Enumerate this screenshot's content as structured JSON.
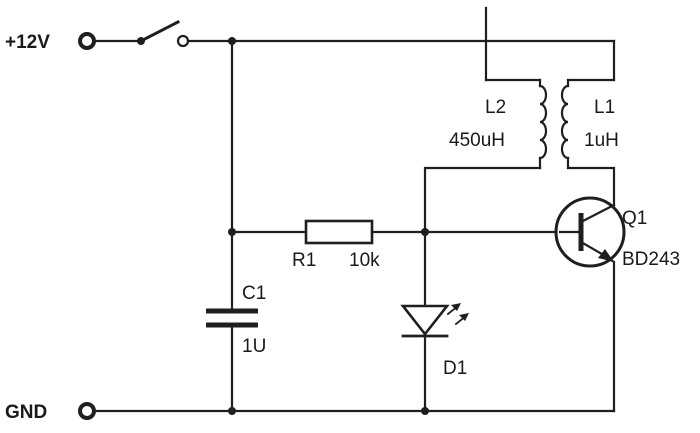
{
  "terminals": {
    "supply_label": "+12V",
    "ground_label": "GND"
  },
  "components": {
    "l2": {
      "name": "L2",
      "value": "450uH"
    },
    "l1": {
      "name": "L1",
      "value": "1uH"
    },
    "q1": {
      "name": "Q1",
      "value": "BD243"
    },
    "r1": {
      "name": "R1",
      "value": "10k"
    },
    "c1": {
      "name": "C1",
      "value": "1U"
    },
    "d1": {
      "name": "D1"
    }
  },
  "colors": {
    "ink": "#1f1f1f",
    "background": "#ffffff"
  }
}
